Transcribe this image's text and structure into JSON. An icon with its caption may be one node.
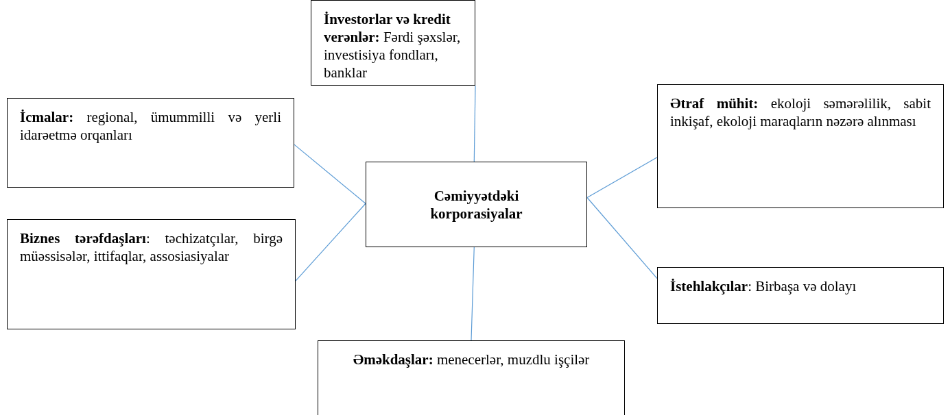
{
  "diagram": {
    "nodes": [
      {
        "text": [
          "Cəmiyyətdəki korporasiyalar"
        ]
      },
      {
        "text": [
          "**İnvestorlar və kredit verənlər:** Fərdi şəxslər, investisiya fondları, banklar"
        ]
      },
      {
        "text": [
          "**İcmalar:** regional, ümummilli və yerli idarəetmə orqanları"
        ]
      },
      {
        "text": [
          "**Ətraf mühit:** ekoloji səmərəlilik, sabit inkişaf, ekoloji maraqların nəzərə alınması"
        ]
      },
      {
        "text": [
          "**Biznes tərəfdaşları**: təchizatçılar, birgə müəssisələr, ittifaqlar, assosiasiyalar"
        ]
      },
      {
        "text": [
          "**İstehlakçılar**: Birbaşa və dolayı"
        ]
      },
      {
        "text": [
          "**Əməkdaşlar:** menecerlər, muzdlu işçilər"
        ]
      }
    ],
    "edges": [
      {
        "from": 0,
        "to": 1,
        "arrow": "none"
      },
      {
        "from": 0,
        "to": 2,
        "arrow": "none"
      },
      {
        "from": 0,
        "to": 3,
        "arrow": "none"
      },
      {
        "from": 0,
        "to": 4,
        "arrow": "none"
      },
      {
        "from": 0,
        "to": 5,
        "arrow": "none"
      },
      {
        "from": 0,
        "to": 6,
        "arrow": "none"
      }
    ]
  }
}
